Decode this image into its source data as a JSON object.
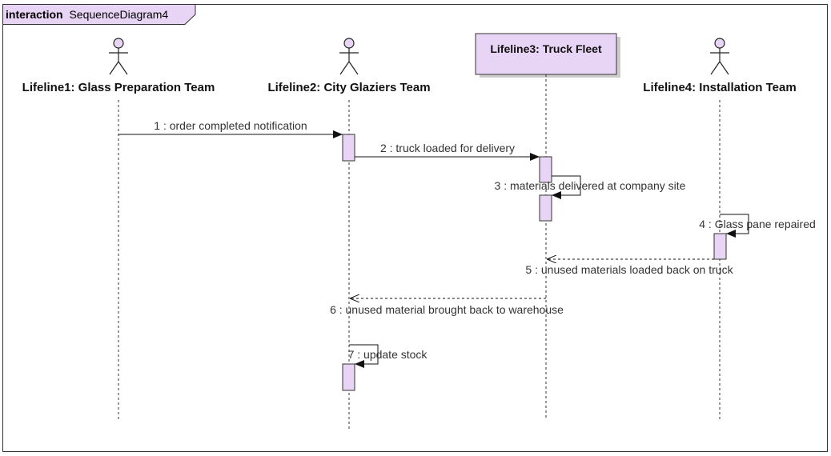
{
  "frame": {
    "keyword": "interaction",
    "name": "SequenceDiagram4"
  },
  "colors": {
    "activation_fill": "#e8d4f4",
    "frame_tag_fill": "#e8d4f4",
    "line": "#222222",
    "text": "#333333"
  },
  "lifelines": [
    {
      "id": "l1",
      "label": "Lifeline1: Glass Preparation Team",
      "kind": "actor"
    },
    {
      "id": "l2",
      "label": "Lifeline2: City Glaziers Team",
      "kind": "actor"
    },
    {
      "id": "l3",
      "label": "Lifeline3: Truck Fleet",
      "kind": "box"
    },
    {
      "id": "l4",
      "label": "Lifeline4: Installation Team",
      "kind": "actor"
    }
  ],
  "messages": [
    {
      "num": "1",
      "label": "1 : order completed notification",
      "from": "l1",
      "to": "l2",
      "style": "sync"
    },
    {
      "num": "2",
      "label": "2 : truck loaded for delivery",
      "from": "l2",
      "to": "l3",
      "style": "sync"
    },
    {
      "num": "3",
      "label": "3 : materials delivered at company site",
      "from": "l3",
      "to": "l3",
      "style": "self"
    },
    {
      "num": "4",
      "label": "4 : Glass pane repaired",
      "from": "l4",
      "to": "l4",
      "style": "self"
    },
    {
      "num": "5",
      "label": "5 : unused materials loaded back on truck",
      "from": "l4",
      "to": "l3",
      "style": "return"
    },
    {
      "num": "6",
      "label": "6 : unused material brought back to warehouse",
      "from": "l3",
      "to": "l2",
      "style": "return"
    },
    {
      "num": "7",
      "label": "7 : update stock",
      "from": "l2",
      "to": "l2",
      "style": "self"
    }
  ]
}
